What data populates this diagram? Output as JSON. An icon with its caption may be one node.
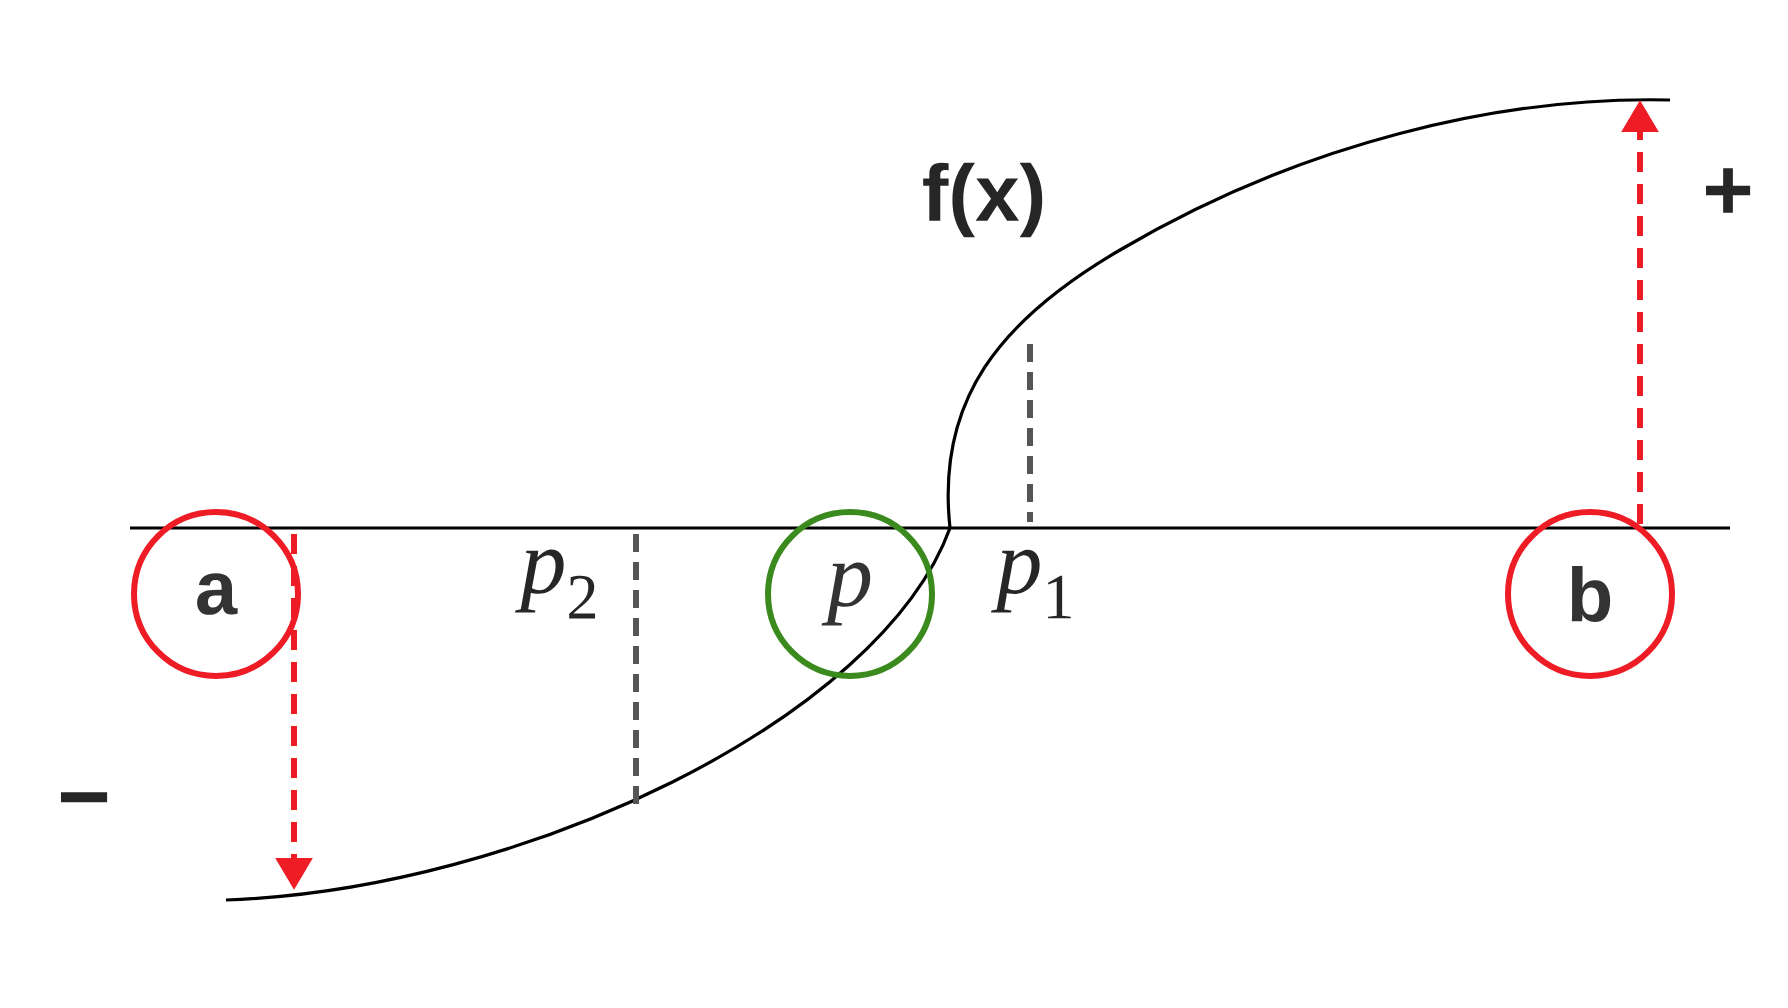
{
  "diagram": {
    "nodes": [
      {
        "text": [
          "a"
        ]
      },
      {
        "text": [
          "p"
        ]
      },
      {
        "text": [
          "b"
        ]
      }
    ],
    "labels": [
      "f(x)",
      "+",
      "−",
      "*p*$_{2}$",
      "*p*$_{1}$"
    ]
  }
}
